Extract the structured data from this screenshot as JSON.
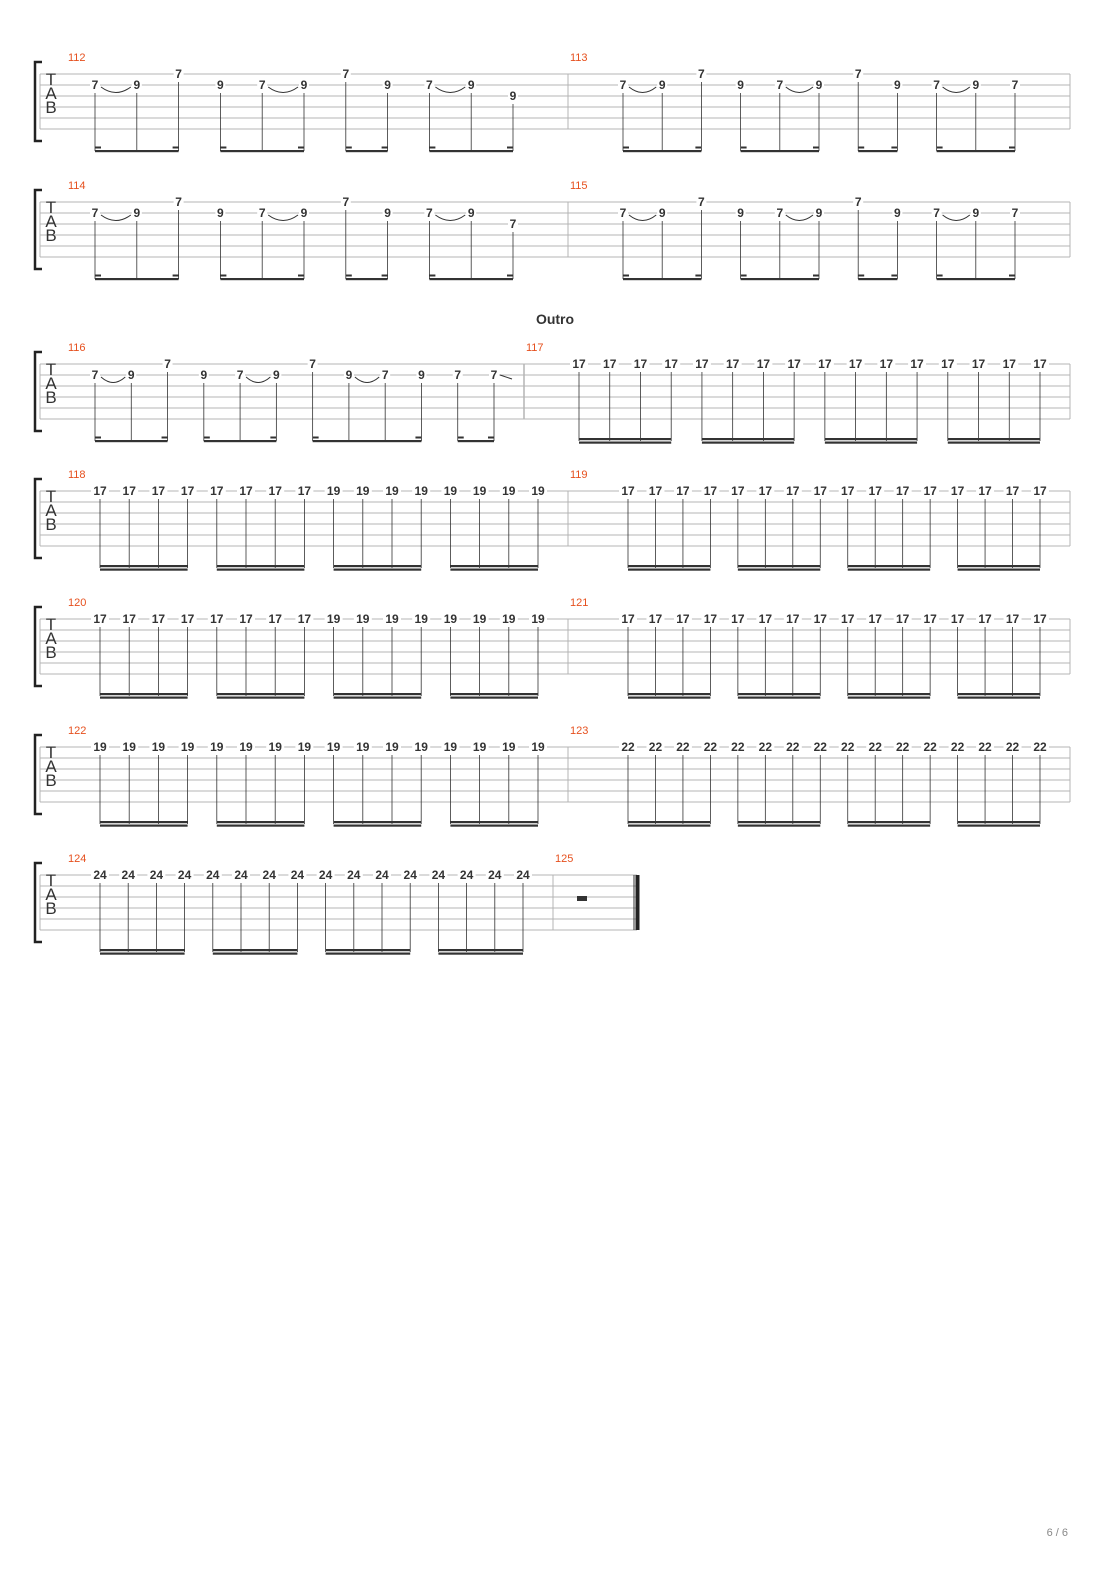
{
  "page": {
    "number_label": "6 / 6"
  },
  "section": {
    "label": "Outro"
  },
  "colors": {
    "measure_number": "#e6501e",
    "staff_line": "#b4b4b4",
    "ink": "#333333",
    "bracket": "#222222"
  },
  "tab_clef": [
    "T",
    "A",
    "B"
  ],
  "systems": [
    {
      "measures": [
        {
          "number": "112",
          "notes": [
            {
              "fret": "7",
              "string": 2,
              "beamed": true
            },
            {
              "fret": "9",
              "string": 2,
              "beamed": true
            },
            {
              "fret": "7",
              "string": 1,
              "beamed": true
            },
            {
              "fret": "9",
              "string": 2,
              "beamed": true
            },
            {
              "fret": "7",
              "string": 2,
              "beamed": true
            },
            {
              "fret": "9",
              "string": 2,
              "beamed": true
            },
            {
              "fret": "7",
              "string": 1,
              "beamed": true
            },
            {
              "fret": "9",
              "string": 2,
              "beamed": true
            },
            {
              "fret": "7",
              "string": 2,
              "beamed": true
            },
            {
              "fret": "9",
              "string": 2,
              "beamed": true
            },
            {
              "fret": "9",
              "string": 3,
              "beamed": true
            }
          ],
          "ties": [
            [
              0,
              1
            ],
            [
              4,
              5
            ],
            [
              8,
              9
            ]
          ]
        },
        {
          "number": "113",
          "notes": [
            {
              "fret": "7",
              "string": 2
            },
            {
              "fret": "9",
              "string": 2
            },
            {
              "fret": "7",
              "string": 1
            },
            {
              "fret": "9",
              "string": 2
            },
            {
              "fret": "7",
              "string": 2
            },
            {
              "fret": "9",
              "string": 2
            },
            {
              "fret": "7",
              "string": 1
            },
            {
              "fret": "9",
              "string": 2
            },
            {
              "fret": "7",
              "string": 2
            },
            {
              "fret": "9",
              "string": 2
            },
            {
              "fret": "7",
              "string": 2
            }
          ],
          "ties": [
            [
              0,
              1
            ],
            [
              4,
              5
            ],
            [
              8,
              9
            ]
          ]
        }
      ]
    },
    {
      "measures": [
        {
          "number": "114",
          "notes": [
            {
              "fret": "7",
              "string": 2
            },
            {
              "fret": "9",
              "string": 2
            },
            {
              "fret": "7",
              "string": 1
            },
            {
              "fret": "9",
              "string": 2
            },
            {
              "fret": "7",
              "string": 2
            },
            {
              "fret": "9",
              "string": 2
            },
            {
              "fret": "7",
              "string": 1
            },
            {
              "fret": "9",
              "string": 2
            },
            {
              "fret": "7",
              "string": 2
            },
            {
              "fret": "9",
              "string": 2
            },
            {
              "fret": "7",
              "string": 3
            }
          ],
          "ties": [
            [
              0,
              1
            ],
            [
              4,
              5
            ],
            [
              8,
              9
            ]
          ]
        },
        {
          "number": "115",
          "notes": [
            {
              "fret": "7",
              "string": 2
            },
            {
              "fret": "9",
              "string": 2
            },
            {
              "fret": "7",
              "string": 1
            },
            {
              "fret": "9",
              "string": 2
            },
            {
              "fret": "7",
              "string": 2
            },
            {
              "fret": "9",
              "string": 2
            },
            {
              "fret": "7",
              "string": 1
            },
            {
              "fret": "9",
              "string": 2
            },
            {
              "fret": "7",
              "string": 2
            },
            {
              "fret": "9",
              "string": 2
            },
            {
              "fret": "7",
              "string": 2
            }
          ],
          "ties": [
            [
              0,
              1
            ],
            [
              4,
              5
            ],
            [
              8,
              9
            ]
          ]
        }
      ]
    },
    {
      "measures": [
        {
          "number": "116",
          "notes": [
            {
              "fret": "7",
              "string": 2
            },
            {
              "fret": "9",
              "string": 2
            },
            {
              "fret": "7",
              "string": 1
            },
            {
              "fret": "9",
              "string": 2
            },
            {
              "fret": "7",
              "string": 2
            },
            {
              "fret": "9",
              "string": 2
            },
            {
              "fret": "7",
              "string": 1
            },
            {
              "fret": "9",
              "string": 2
            },
            {
              "fret": "7",
              "string": 2
            },
            {
              "fret": "9",
              "string": 2
            },
            {
              "fret": "7",
              "string": 2
            },
            {
              "fret": "7",
              "string": 2
            }
          ],
          "ties": [
            [
              0,
              1
            ],
            [
              4,
              5
            ],
            [
              7,
              8
            ]
          ]
        },
        {
          "number": "117",
          "notes": [
            {
              "fret": "17",
              "string": 1
            },
            {
              "fret": "17",
              "string": 1
            },
            {
              "fret": "17",
              "string": 1
            },
            {
              "fret": "17",
              "string": 1
            },
            {
              "fret": "17",
              "string": 1
            },
            {
              "fret": "17",
              "string": 1
            },
            {
              "fret": "17",
              "string": 1
            },
            {
              "fret": "17",
              "string": 1
            },
            {
              "fret": "17",
              "string": 1
            },
            {
              "fret": "17",
              "string": 1
            },
            {
              "fret": "17",
              "string": 1
            },
            {
              "fret": "17",
              "string": 1
            },
            {
              "fret": "17",
              "string": 1
            },
            {
              "fret": "17",
              "string": 1
            },
            {
              "fret": "17",
              "string": 1
            },
            {
              "fret": "17",
              "string": 1
            }
          ],
          "ties": []
        }
      ]
    },
    {
      "measures": [
        {
          "number": "118",
          "notes": [
            {
              "fret": "17",
              "string": 1
            },
            {
              "fret": "17",
              "string": 1
            },
            {
              "fret": "17",
              "string": 1
            },
            {
              "fret": "17",
              "string": 1
            },
            {
              "fret": "17",
              "string": 1
            },
            {
              "fret": "17",
              "string": 1
            },
            {
              "fret": "17",
              "string": 1
            },
            {
              "fret": "17",
              "string": 1
            },
            {
              "fret": "19",
              "string": 1
            },
            {
              "fret": "19",
              "string": 1
            },
            {
              "fret": "19",
              "string": 1
            },
            {
              "fret": "19",
              "string": 1
            },
            {
              "fret": "19",
              "string": 1
            },
            {
              "fret": "19",
              "string": 1
            },
            {
              "fret": "19",
              "string": 1
            },
            {
              "fret": "19",
              "string": 1
            }
          ],
          "ties": []
        },
        {
          "number": "119",
          "notes": [
            {
              "fret": "17",
              "string": 1
            },
            {
              "fret": "17",
              "string": 1
            },
            {
              "fret": "17",
              "string": 1
            },
            {
              "fret": "17",
              "string": 1
            },
            {
              "fret": "17",
              "string": 1
            },
            {
              "fret": "17",
              "string": 1
            },
            {
              "fret": "17",
              "string": 1
            },
            {
              "fret": "17",
              "string": 1
            },
            {
              "fret": "17",
              "string": 1
            },
            {
              "fret": "17",
              "string": 1
            },
            {
              "fret": "17",
              "string": 1
            },
            {
              "fret": "17",
              "string": 1
            },
            {
              "fret": "17",
              "string": 1
            },
            {
              "fret": "17",
              "string": 1
            },
            {
              "fret": "17",
              "string": 1
            },
            {
              "fret": "17",
              "string": 1
            }
          ],
          "ties": []
        }
      ]
    },
    {
      "measures": [
        {
          "number": "120",
          "notes": [
            {
              "fret": "17",
              "string": 1
            },
            {
              "fret": "17",
              "string": 1
            },
            {
              "fret": "17",
              "string": 1
            },
            {
              "fret": "17",
              "string": 1
            },
            {
              "fret": "17",
              "string": 1
            },
            {
              "fret": "17",
              "string": 1
            },
            {
              "fret": "17",
              "string": 1
            },
            {
              "fret": "17",
              "string": 1
            },
            {
              "fret": "19",
              "string": 1
            },
            {
              "fret": "19",
              "string": 1
            },
            {
              "fret": "19",
              "string": 1
            },
            {
              "fret": "19",
              "string": 1
            },
            {
              "fret": "19",
              "string": 1
            },
            {
              "fret": "19",
              "string": 1
            },
            {
              "fret": "19",
              "string": 1
            },
            {
              "fret": "19",
              "string": 1
            }
          ],
          "ties": []
        },
        {
          "number": "121",
          "notes": [
            {
              "fret": "17",
              "string": 1
            },
            {
              "fret": "17",
              "string": 1
            },
            {
              "fret": "17",
              "string": 1
            },
            {
              "fret": "17",
              "string": 1
            },
            {
              "fret": "17",
              "string": 1
            },
            {
              "fret": "17",
              "string": 1
            },
            {
              "fret": "17",
              "string": 1
            },
            {
              "fret": "17",
              "string": 1
            },
            {
              "fret": "17",
              "string": 1
            },
            {
              "fret": "17",
              "string": 1
            },
            {
              "fret": "17",
              "string": 1
            },
            {
              "fret": "17",
              "string": 1
            },
            {
              "fret": "17",
              "string": 1
            },
            {
              "fret": "17",
              "string": 1
            },
            {
              "fret": "17",
              "string": 1
            },
            {
              "fret": "17",
              "string": 1
            }
          ],
          "ties": []
        }
      ]
    },
    {
      "measures": [
        {
          "number": "122",
          "notes": [
            {
              "fret": "19",
              "string": 1
            },
            {
              "fret": "19",
              "string": 1
            },
            {
              "fret": "19",
              "string": 1
            },
            {
              "fret": "19",
              "string": 1
            },
            {
              "fret": "19",
              "string": 1
            },
            {
              "fret": "19",
              "string": 1
            },
            {
              "fret": "19",
              "string": 1
            },
            {
              "fret": "19",
              "string": 1
            },
            {
              "fret": "19",
              "string": 1
            },
            {
              "fret": "19",
              "string": 1
            },
            {
              "fret": "19",
              "string": 1
            },
            {
              "fret": "19",
              "string": 1
            },
            {
              "fret": "19",
              "string": 1
            },
            {
              "fret": "19",
              "string": 1
            },
            {
              "fret": "19",
              "string": 1
            },
            {
              "fret": "19",
              "string": 1
            }
          ],
          "ties": []
        },
        {
          "number": "123",
          "notes": [
            {
              "fret": "22",
              "string": 1
            },
            {
              "fret": "22",
              "string": 1
            },
            {
              "fret": "22",
              "string": 1
            },
            {
              "fret": "22",
              "string": 1
            },
            {
              "fret": "22",
              "string": 1
            },
            {
              "fret": "22",
              "string": 1
            },
            {
              "fret": "22",
              "string": 1
            },
            {
              "fret": "22",
              "string": 1
            },
            {
              "fret": "22",
              "string": 1
            },
            {
              "fret": "22",
              "string": 1
            },
            {
              "fret": "22",
              "string": 1
            },
            {
              "fret": "22",
              "string": 1
            },
            {
              "fret": "22",
              "string": 1
            },
            {
              "fret": "22",
              "string": 1
            },
            {
              "fret": "22",
              "string": 1
            },
            {
              "fret": "22",
              "string": 1
            }
          ],
          "ties": []
        }
      ]
    },
    {
      "measures": [
        {
          "number": "124",
          "notes": [
            {
              "fret": "24",
              "string": 1
            },
            {
              "fret": "24",
              "string": 1
            },
            {
              "fret": "24",
              "string": 1
            },
            {
              "fret": "24",
              "string": 1
            },
            {
              "fret": "24",
              "string": 1
            },
            {
              "fret": "24",
              "string": 1
            },
            {
              "fret": "24",
              "string": 1
            },
            {
              "fret": "24",
              "string": 1
            },
            {
              "fret": "24",
              "string": 1
            },
            {
              "fret": "24",
              "string": 1
            },
            {
              "fret": "24",
              "string": 1
            },
            {
              "fret": "24",
              "string": 1
            },
            {
              "fret": "24",
              "string": 1
            },
            {
              "fret": "24",
              "string": 1
            },
            {
              "fret": "24",
              "string": 1
            },
            {
              "fret": "24",
              "string": 1
            }
          ],
          "ties": []
        },
        {
          "number": "125",
          "notes": [],
          "ties": [],
          "rest": "half-rest",
          "final_barline": true
        }
      ]
    }
  ]
}
